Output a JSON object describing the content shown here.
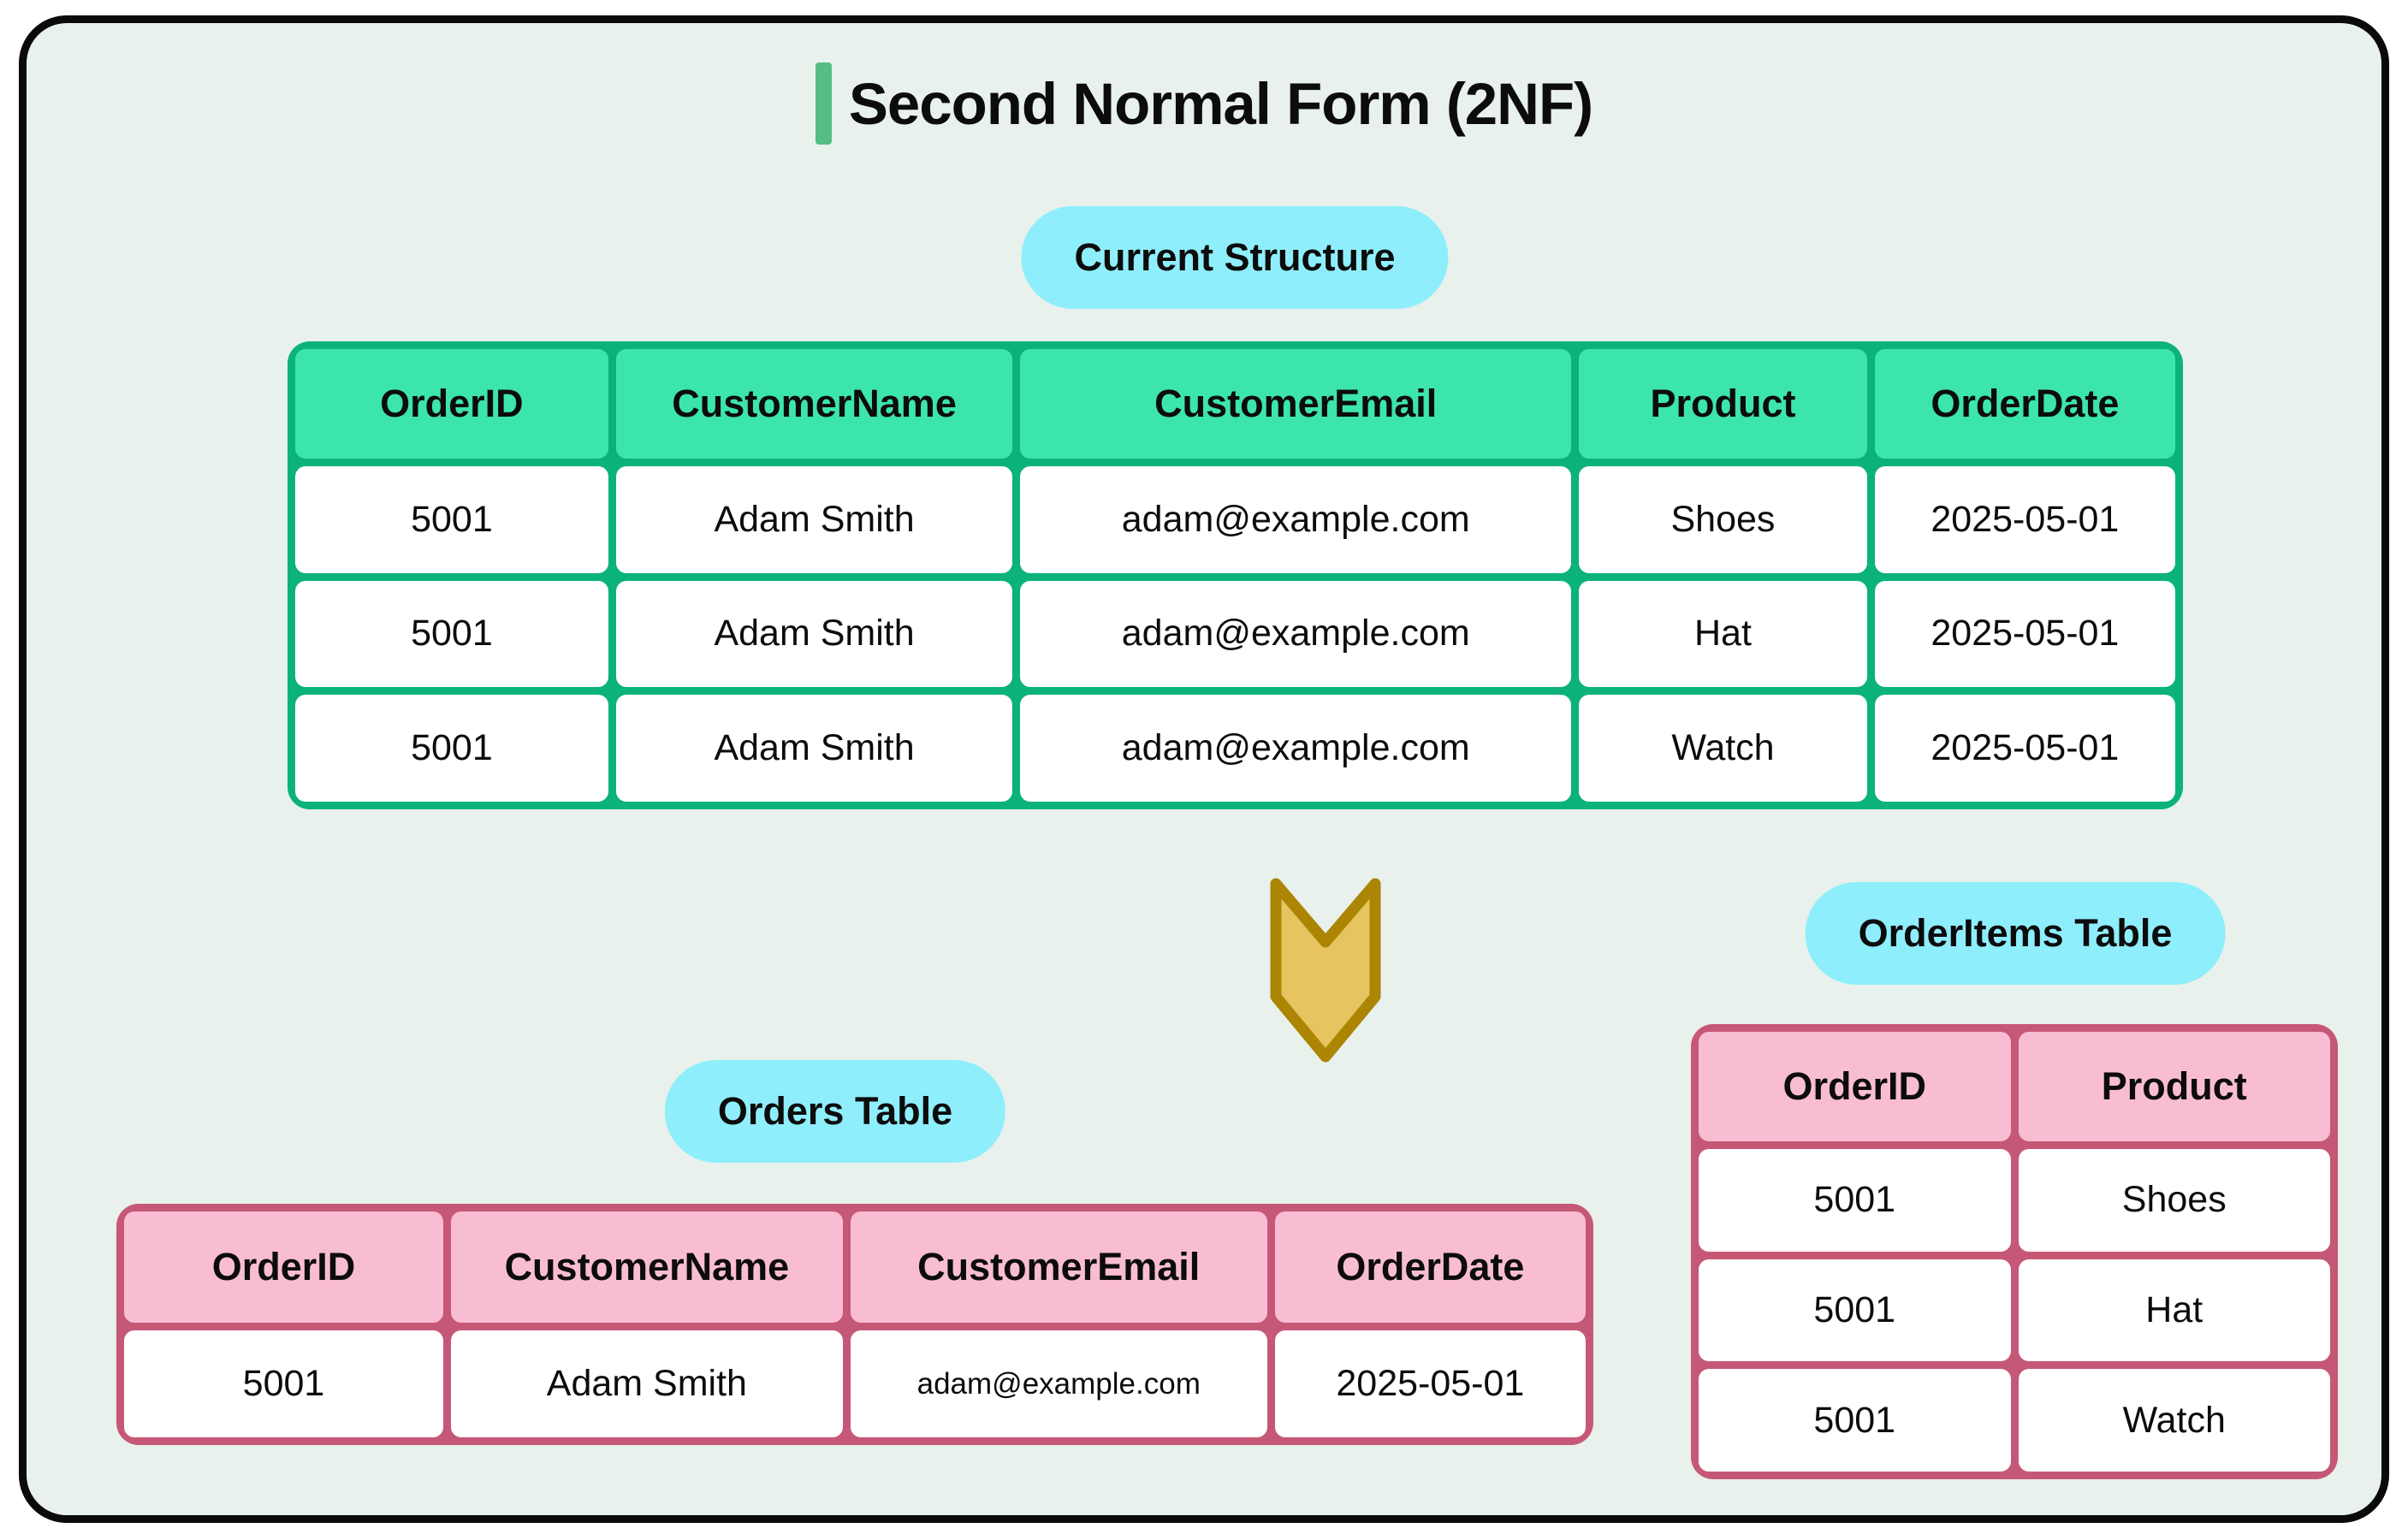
{
  "page": {
    "title": "Second Normal Form (2NF)"
  },
  "badges": {
    "current_structure": "Current Structure",
    "orders_table": "Orders Table",
    "order_items_table": "OrderItems Table"
  },
  "current_structure_table": {
    "columns": [
      "OrderID",
      "CustomerName",
      "CustomerEmail",
      "Product",
      "OrderDate"
    ],
    "rows": [
      [
        "5001",
        "Adam Smith",
        "adam@example.com",
        "Shoes",
        "2025-05-01"
      ],
      [
        "5001",
        "Adam Smith",
        "adam@example.com",
        "Hat",
        "2025-05-01"
      ],
      [
        "5001",
        "Adam Smith",
        "adam@example.com",
        "Watch",
        "2025-05-01"
      ]
    ]
  },
  "orders_table": {
    "columns": [
      "OrderID",
      "CustomerName",
      "CustomerEmail",
      "OrderDate"
    ],
    "rows": [
      [
        "5001",
        "Adam Smith",
        "adam@example.com",
        "2025-05-01"
      ]
    ]
  },
  "order_items_table": {
    "columns": [
      "OrderID",
      "Product"
    ],
    "rows": [
      [
        "5001",
        "Shoes"
      ],
      [
        "5001",
        "Hat"
      ],
      [
        "5001",
        "Watch"
      ]
    ]
  },
  "colors": {
    "canvas_bg": "#e8f1ec",
    "frame_border": "#0a0a0a",
    "badge_bg": "#8feefb",
    "green_border": "#0bb27c",
    "green_header": "#3ce5ac",
    "pink_border": "#c65877",
    "pink_header": "#f9bdd3",
    "arrow_fill": "#e6c45f",
    "arrow_stroke": "#ab8503",
    "title_accent": "#56be84"
  }
}
